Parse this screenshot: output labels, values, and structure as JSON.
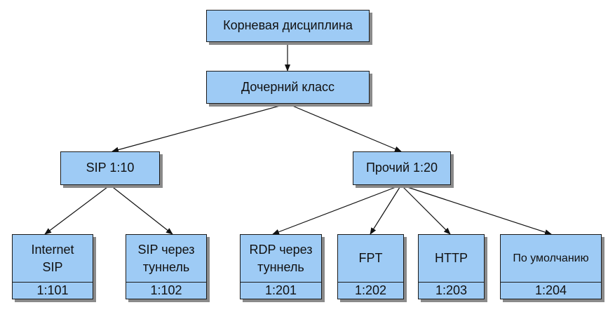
{
  "nodes": {
    "root": "Корневая дисциплина",
    "child": "Дочерний класс",
    "sip": "SIP 1:10",
    "other": "Прочий 1:20",
    "internet_sip": {
      "line1": "Internet",
      "line2": "SIP",
      "id": "1:101"
    },
    "sip_tunnel": {
      "line1": "SIP через",
      "line2": "туннель",
      "id": "1:102"
    },
    "rdp_tunnel": {
      "line1": "RDP через",
      "line2": "туннель",
      "id": "1:201"
    },
    "fpt": {
      "label": "FPT",
      "id": "1:202"
    },
    "http": {
      "label": "HTTP",
      "id": "1:203"
    },
    "default": {
      "label": "По умолчанию",
      "id": "1:204"
    }
  },
  "colors": {
    "box_fill": "#9ecbf5",
    "border": "#1a1a1a",
    "shadow": "#8a8a8a"
  }
}
